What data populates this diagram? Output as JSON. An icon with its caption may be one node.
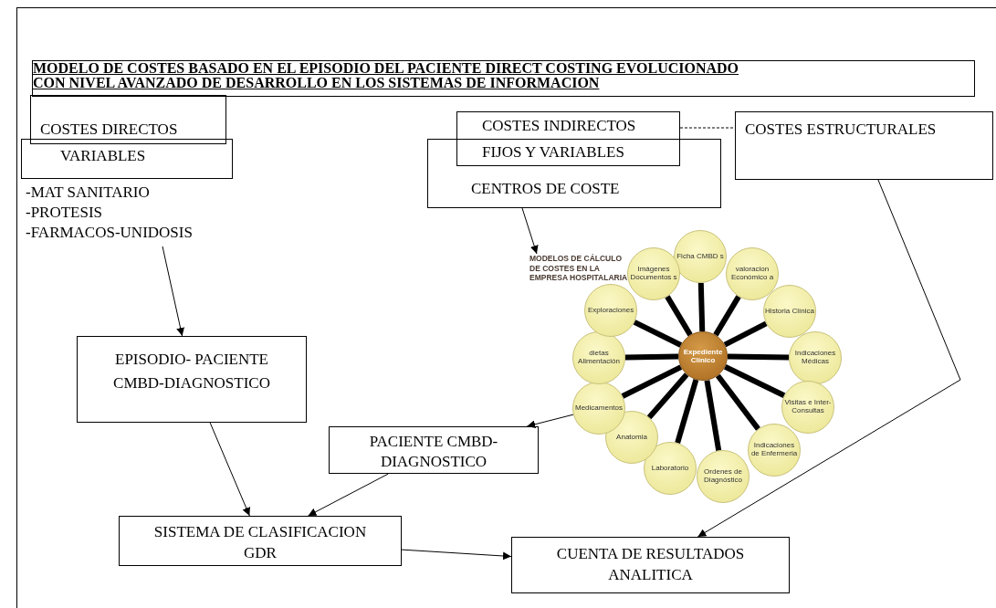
{
  "diagram": {
    "title": "MODELO DE COSTES BASADO EN EL EPISODIO DEL PACIENTE DIRECT COSTING EVOLUCIONADO CON NIVEL AVANZADO DE DESARROLLO EN LOS SISTEMAS DE INFORMACION",
    "nodes": [
      {
        "text": [
          "COSTES DIRECTOS"
        ]
      },
      {
        "text": [
          "VARIABLES"
        ]
      },
      {
        "text": [
          "-MAT SANITARIO",
          "-PROTESIS",
          "-FARMACOS-UNIDOSIS"
        ]
      },
      {
        "text": [
          "COSTES INDIRECTOS FIJOS Y VARIABLES"
        ]
      },
      {
        "text": [
          "CENTROS DE COSTE"
        ]
      },
      {
        "text": [
          "COSTES ESTRUCTURALES"
        ]
      },
      {
        "text": [
          "MODELOS DE CÁLCULO DE COSTES EN LA EMPRESA HOSPITALARIA"
        ]
      },
      {
        "text": [
          "EPISODIO- PACIENTE CMBD-DIAGNOSTICO"
        ]
      },
      {
        "text": [
          "PACIENTE CMBD-DIAGNOSTICO"
        ]
      },
      {
        "text": [
          "SISTEMA DE CLASIFICACION GDR"
        ]
      },
      {
        "text": [
          "CUENTA DE RESULTADOS ANALITICA"
        ]
      },
      {
        "text": [
          "Expediente Clínico"
        ]
      },
      {
        "text": [
          "Ficha CMBD s"
        ]
      },
      {
        "text": [
          "valoracion Económico a"
        ]
      },
      {
        "text": [
          "Historia Clínica"
        ]
      },
      {
        "text": [
          "Indicaciones Médicas"
        ]
      },
      {
        "text": [
          "Visitas e Inter-Consultas"
        ]
      },
      {
        "text": [
          "Indicaciones de Enfermeria"
        ]
      },
      {
        "text": [
          "Ordenes de Diagnóstico"
        ]
      },
      {
        "text": [
          "Laboratorio"
        ]
      },
      {
        "text": [
          "Anatomia"
        ]
      },
      {
        "text": [
          "Medicamentos"
        ]
      },
      {
        "text": [
          "dietas Alimentación"
        ]
      },
      {
        "text": [
          "Exploraciones"
        ]
      },
      {
        "text": [
          "Imágenes Documentos s"
        ]
      }
    ],
    "edges": [
      {
        "from": 2,
        "to": 7,
        "arrow": "to"
      },
      {
        "from": 7,
        "to": 9,
        "arrow": "to"
      },
      {
        "from": 8,
        "to": 9,
        "arrow": "to"
      },
      {
        "from": 9,
        "to": 10,
        "arrow": "to"
      },
      {
        "from": 5,
        "to": 10,
        "arrow": "to"
      },
      {
        "from": 21,
        "to": 8,
        "arrow": "to"
      },
      {
        "from": 4,
        "to": 6,
        "arrow": "to"
      },
      {
        "from": 3,
        "to": 5,
        "arrow": "none",
        "style": "dashed"
      },
      {
        "from": 11,
        "to": 12,
        "arrow": "none"
      },
      {
        "from": 11,
        "to": 13,
        "arrow": "none"
      },
      {
        "from": 11,
        "to": 14,
        "arrow": "none"
      },
      {
        "from": 11,
        "to": 15,
        "arrow": "none"
      },
      {
        "from": 11,
        "to": 16,
        "arrow": "none"
      },
      {
        "from": 11,
        "to": 17,
        "arrow": "none"
      },
      {
        "from": 11,
        "to": 18,
        "arrow": "none"
      },
      {
        "from": 11,
        "to": 19,
        "arrow": "none"
      },
      {
        "from": 11,
        "to": 20,
        "arrow": "none"
      },
      {
        "from": 11,
        "to": 21,
        "arrow": "none"
      },
      {
        "from": 11,
        "to": 22,
        "arrow": "none"
      },
      {
        "from": 11,
        "to": 23,
        "arrow": "none"
      },
      {
        "from": 11,
        "to": 24,
        "arrow": "none"
      }
    ]
  }
}
